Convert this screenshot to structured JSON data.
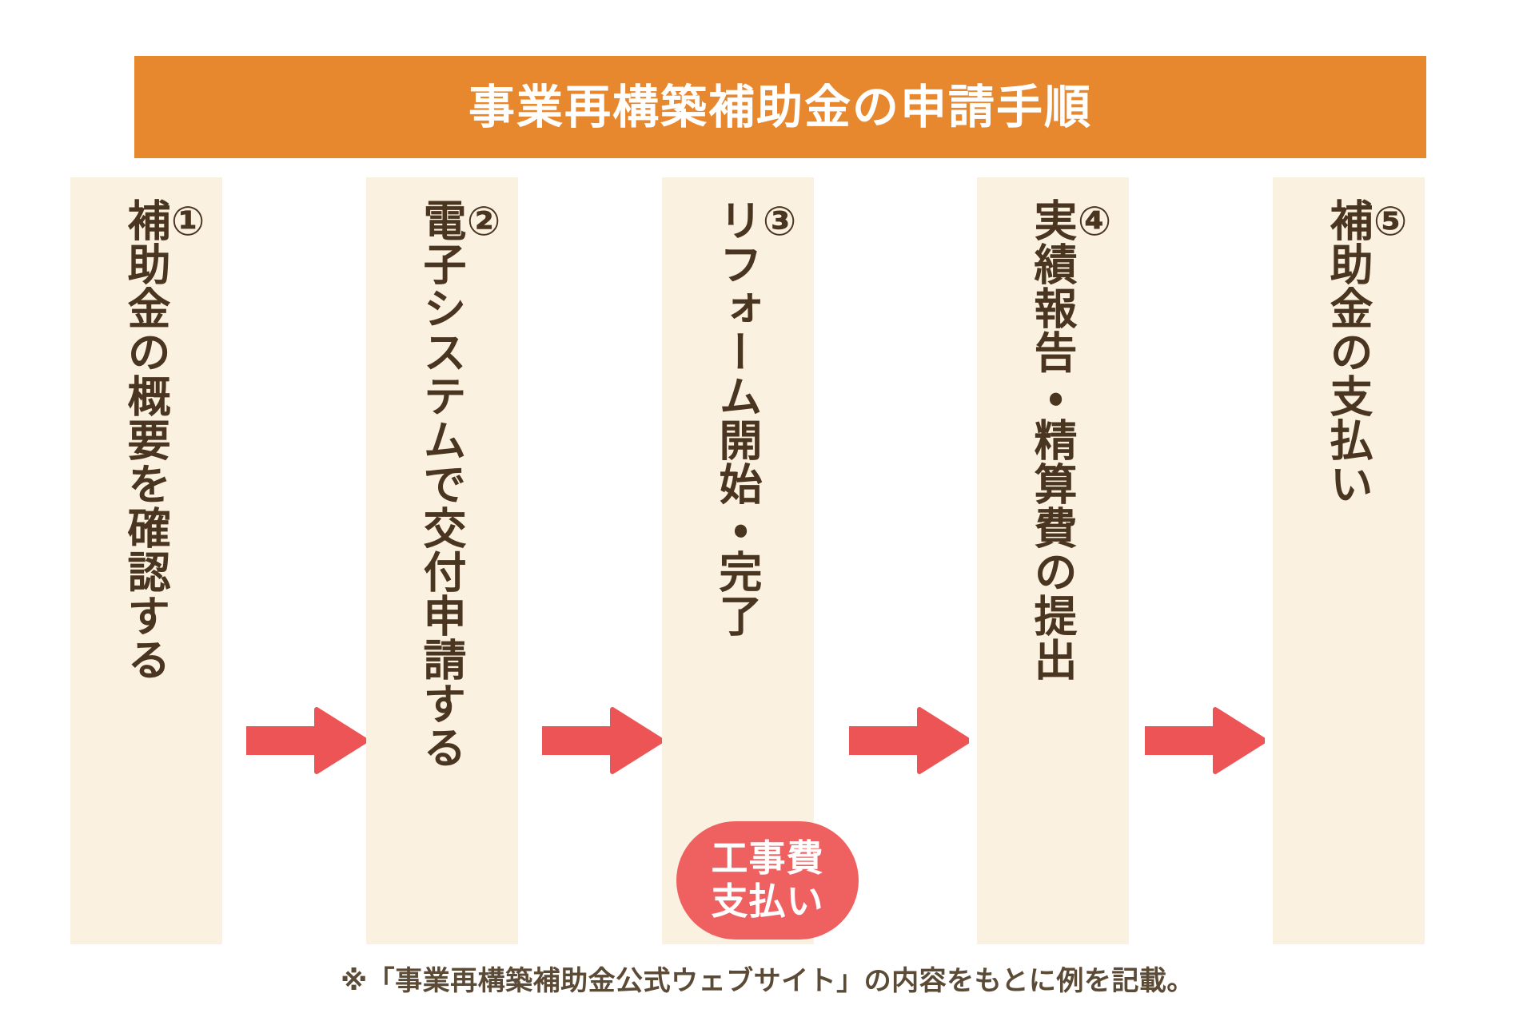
{
  "header": {
    "title": "事業再構築補助金の申請手順",
    "bar_color": "#e8882e",
    "text_color": "#ffffff"
  },
  "theme": {
    "column_bg": "#fbf1e0",
    "text_color": "#4a3520",
    "arrow_color": "#ec5455",
    "badge_color": "#ef6161",
    "page_bg": "#ffffff"
  },
  "steps": [
    {
      "number": "①",
      "label": "補助金の概要を確認する"
    },
    {
      "number": "②",
      "label": "電子システムで交付申請する"
    },
    {
      "number": "③",
      "label": "リフォーム開始・完了"
    },
    {
      "number": "④",
      "label": "実績報告・精算費の提出"
    },
    {
      "number": "⑤",
      "label": "補助金の支払い"
    }
  ],
  "arrows": [
    {
      "name": "arrow-1-to-2",
      "glyph": "right-arrow"
    },
    {
      "name": "arrow-2-to-3",
      "glyph": "right-arrow"
    },
    {
      "name": "arrow-3-to-4",
      "glyph": "right-arrow"
    },
    {
      "name": "arrow-4-to-5",
      "glyph": "right-arrow"
    }
  ],
  "badge": {
    "line1": "工事費",
    "line2": "支払い"
  },
  "footer": {
    "note": "※「事業再構築補助金公式ウェブサイト」の内容をもとに例を記載。"
  }
}
